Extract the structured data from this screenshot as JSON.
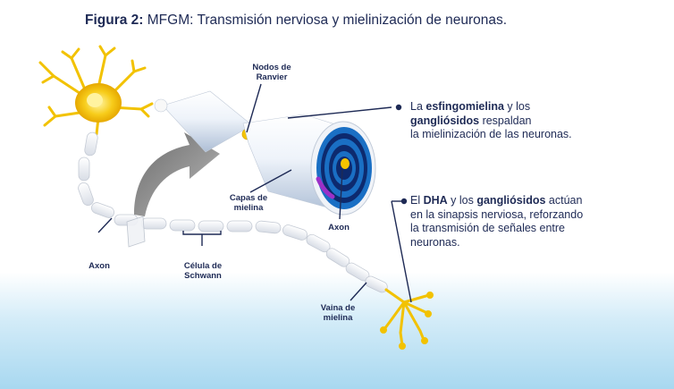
{
  "title": {
    "prefix": "Figura 2:",
    "text": " MFGM: Transmisión nerviosa y mielinización de neuronas."
  },
  "labels": {
    "nodos_l1": "Nodos de",
    "nodos_l2": "Ranvier",
    "capas_l1": "Capas de",
    "capas_l2": "mielina",
    "axon_inner": "Axon",
    "axon_outer": "Axon",
    "schwann_l1": "Célula de",
    "schwann_l2": "Schwann",
    "vaina_l1": "Vaina de",
    "vaina_l2": "mielina"
  },
  "desc1": {
    "p1": "La ",
    "b1": "esfingomielina",
    "p2": " y los",
    "b2": "gangliósidos",
    "p3": " respaldan",
    "p4": "la mielinización de las neuronas."
  },
  "desc2": {
    "p1": "El ",
    "b1": "DHA",
    "p2": " y los ",
    "b2": "gangliósidos",
    "p3": " actúan",
    "p4": "en la sinapsis nerviosa, reforzando",
    "p5": "la transmisión de señales entre",
    "p6": "neuronas."
  },
  "colors": {
    "navy": "#1e2a55",
    "yellow": "#f5c400",
    "myelin_blue": "#1a6fc4",
    "myelin_dark": "#0d2a6e",
    "purple": "#9b30c8"
  }
}
